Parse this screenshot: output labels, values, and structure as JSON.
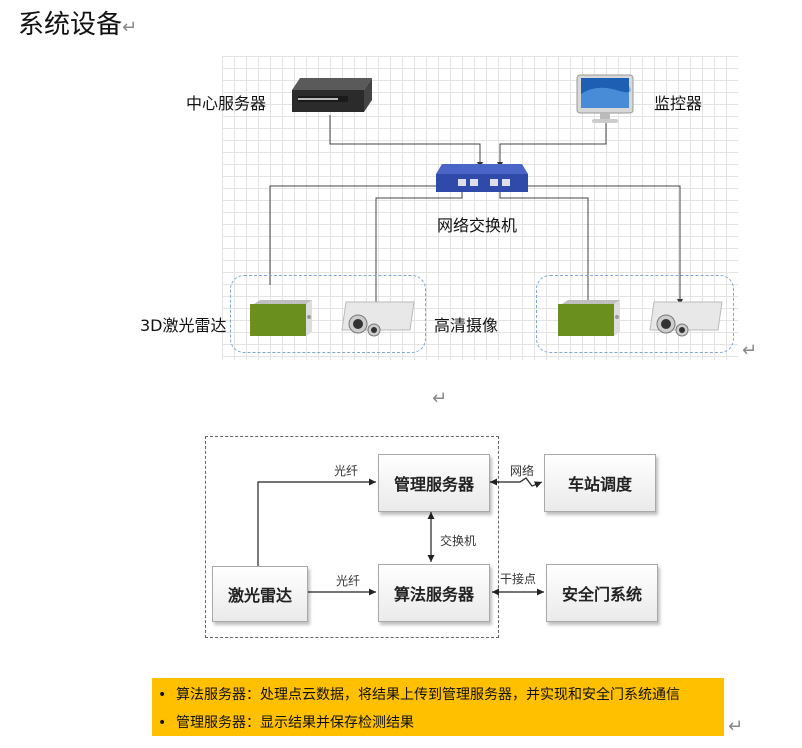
{
  "heading": "系统设备",
  "return_mark": "↵",
  "network": {
    "center_server": "中心服务器",
    "monitor": "监控器",
    "switch": "网络交换机",
    "lidar": "3D激光雷达",
    "hd_camera": "高清摄像"
  },
  "flow": {
    "lidar": "激光雷达",
    "mgmt_server": "管理服务器",
    "algo_server": "算法服务器",
    "station_dispatch": "车站调度",
    "safety_door": "安全门系统",
    "fiber_top": "光纤",
    "fiber_bottom": "光纤",
    "network": "网络",
    "switch": "交换机",
    "dry_contact": "干接点"
  },
  "notes": [
    "算法服务器：处理点云数据，将结果上传到管理服务器，并实现和安全门系统通信",
    "管理服务器：显示结果并保存检测结果"
  ],
  "note_bullet": "•",
  "colors": {
    "note_bg": "#ffc000",
    "group_border": "#7fa6cf",
    "switch_blue": "#2f4aa8",
    "lidar_green": "#6b8f1e"
  }
}
